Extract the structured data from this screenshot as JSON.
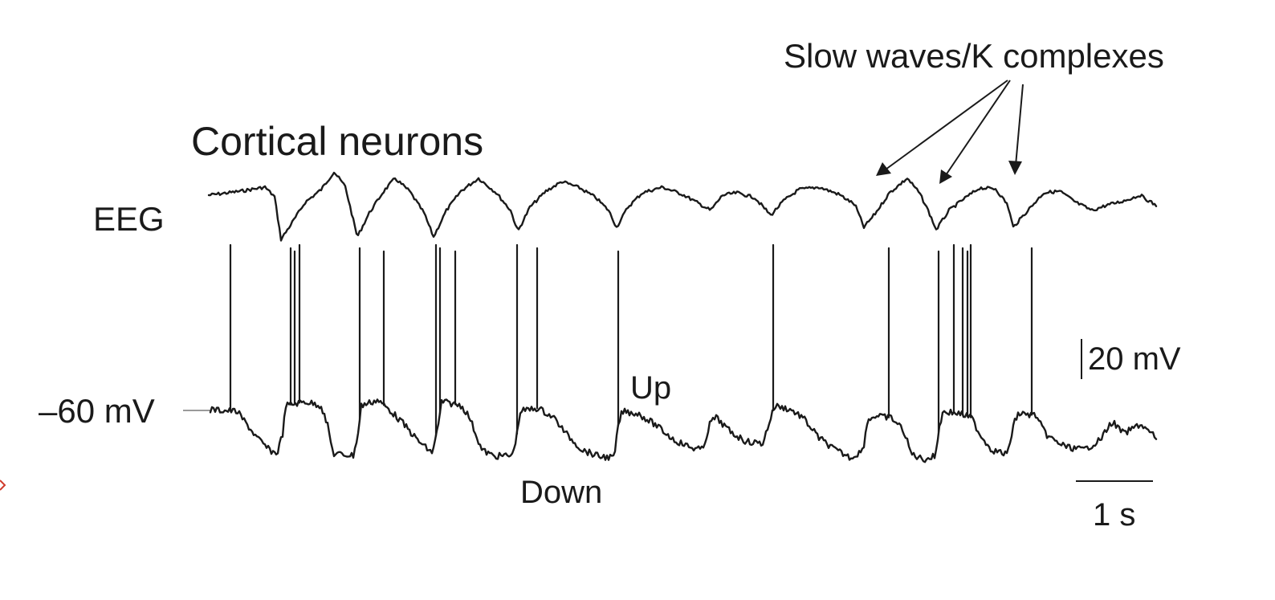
{
  "title": "Cortical neurons",
  "title_color": "#d03a2a",
  "annotation": "Slow waves/K complexes",
  "labels": {
    "eeg": "EEG",
    "membrane": "–60 mV",
    "up_state": "Up",
    "down_state": "Down"
  },
  "scale_bars": {
    "voltage": "20 mV",
    "time": "1 s"
  },
  "colors": {
    "ink": "#1a1a1a",
    "background": "#ffffff"
  }
}
